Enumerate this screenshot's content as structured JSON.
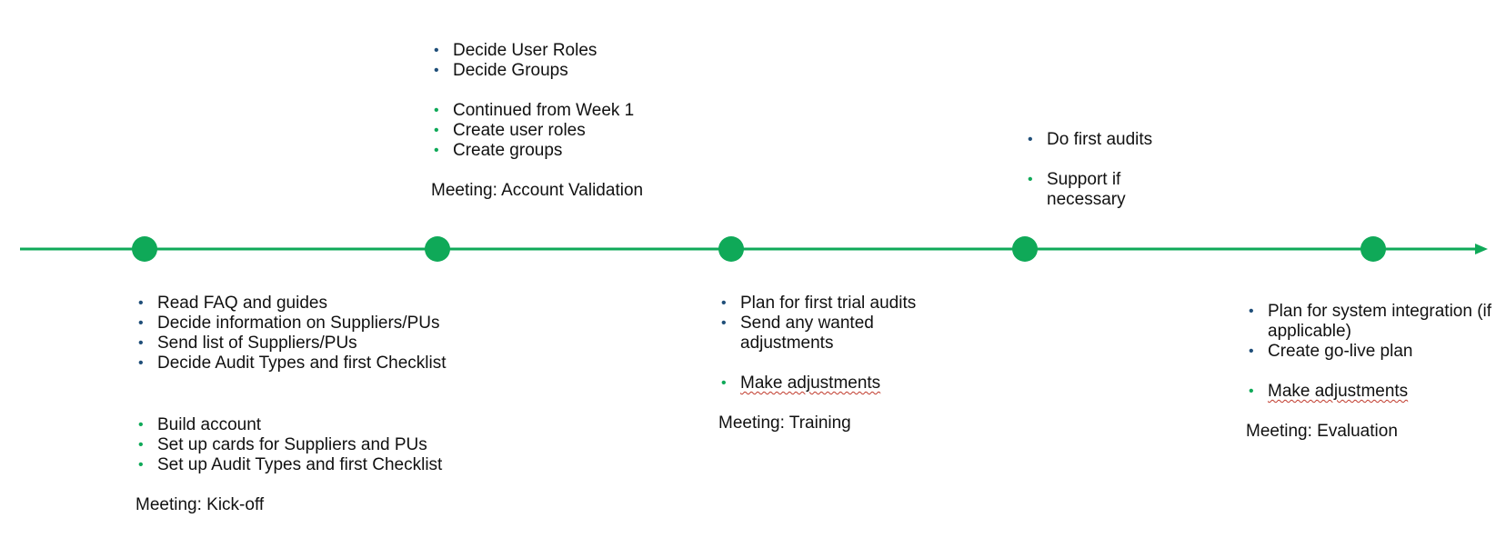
{
  "colors": {
    "timeline_line": "#0fa958",
    "timeline_node": "#0fa958",
    "bullet_navy": "#1f4e79",
    "bullet_green": "#0fa958",
    "text": "#111111",
    "spellcheck_underline": "#c0392b"
  },
  "milestones": [
    {
      "below": {
        "tasks_navy": [
          "Read FAQ and guides",
          "Decide information on Suppliers/PUs",
          "Send list of Suppliers/PUs",
          "Decide Audit Types and first Checklist"
        ],
        "tasks_green": [
          "Build account",
          "Set up cards for Suppliers and PUs",
          "Set up Audit Types and first Checklist"
        ],
        "meeting": "Meeting: Kick-off"
      }
    },
    {
      "above": {
        "tasks_navy": [
          "Decide User Roles",
          "Decide Groups"
        ],
        "tasks_green": [
          "Continued from Week 1",
          "Create user roles",
          "Create groups"
        ],
        "meeting": "Meeting: Account Validation"
      }
    },
    {
      "below": {
        "tasks_navy": [
          "Plan for first trial audits",
          "Send any wanted adjustments"
        ],
        "tasks_green": [
          "Make adjustments"
        ],
        "meeting": "Meeting: Training"
      }
    },
    {
      "above": {
        "tasks_navy": [
          "Do first audits"
        ],
        "tasks_green": [
          "Support if necessary"
        ]
      }
    },
    {
      "below": {
        "tasks_navy": [
          "Plan for system integration (if applicable)",
          "Create go-live plan"
        ],
        "tasks_green": [
          "Make adjustments"
        ],
        "meeting": "Meeting: Evaluation"
      }
    }
  ]
}
